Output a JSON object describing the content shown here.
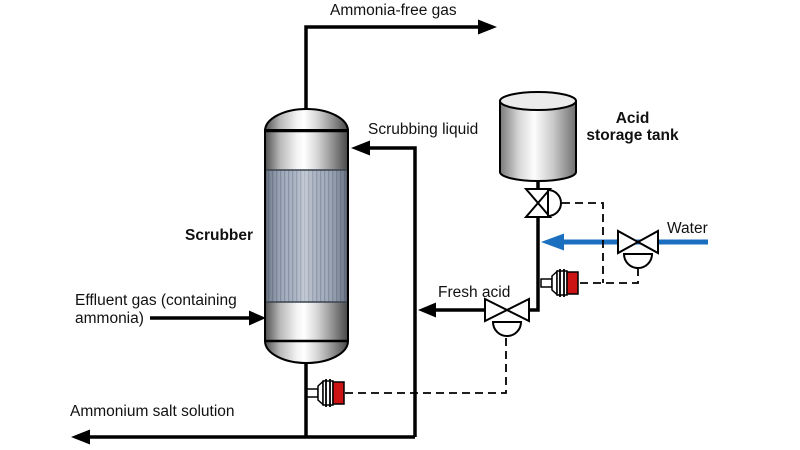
{
  "page": {
    "background": "#ffffff",
    "type": "process-flow-diagram"
  },
  "labels": {
    "ammonia_free_gas": "Ammonia-free gas",
    "scrubbing_liquid": "Scrubbing liquid",
    "scrubber": "Scrubber",
    "effluent_gas_line1": "Effluent gas (containing",
    "effluent_gas_line2": "ammonia)",
    "ammonium_salt_solution": "Ammonium salt solution",
    "fresh_acid": "Fresh acid",
    "acid_storage_tank_line1": "Acid",
    "acid_storage_tank_line2": "storage tank",
    "water": "Water"
  },
  "equipment": {
    "vessels": [
      "scrubber-column-with-packing",
      "acid-storage-tank"
    ],
    "valves": [
      "tank-outlet-control-valve",
      "water-control-valve",
      "fresh-acid-control-valve"
    ],
    "instruments": [
      "acid-line-sensor",
      "bottoms-sensor"
    ],
    "signal_line_style": "dashed"
  },
  "colors": {
    "line": "#000000",
    "water_line": "#1b6fbf",
    "sensor_red": "#cc1414",
    "packing_fill": "#a9b3c3",
    "packing_stripe": "#8a94a6"
  }
}
